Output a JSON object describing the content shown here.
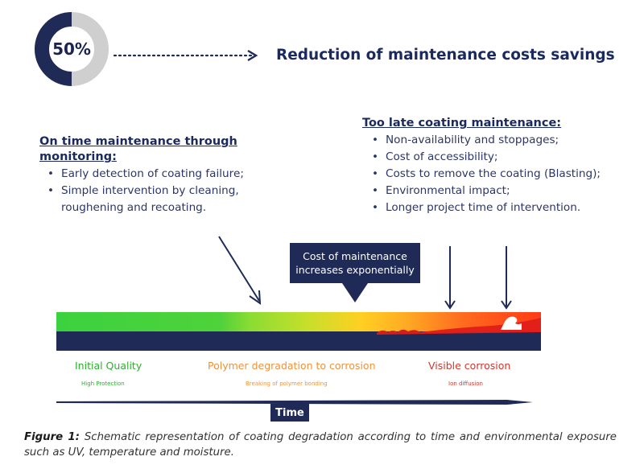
{
  "header": {
    "percent": "50%",
    "headline": "Reduction of maintenance costs savings"
  },
  "left": {
    "title": "On time maintenance through monitoring:",
    "items": [
      "Early detection of coating failure;",
      "Simple intervention by cleaning, roughening and recoating."
    ]
  },
  "right": {
    "title": "Too late coating maintenance:",
    "items": [
      "Non-availability and stoppages;",
      "Cost of accessibility;",
      "Costs to remove the coating (Blasting);",
      "Environmental impact;",
      "Longer project time of intervention."
    ]
  },
  "callout": {
    "line1": "Cost of maintenance",
    "line2": "increases exponentially"
  },
  "phases": [
    {
      "label": "Initial Quality",
      "sub": "High Protection",
      "color": "#2fae2f"
    },
    {
      "label": "Polymer degradation to corrosion",
      "sub": "Breaking of polymer bonding",
      "color": "#f0923a"
    },
    {
      "label": "Visible corrosion",
      "sub": "Ion diffusion",
      "color": "#d6342b"
    }
  ],
  "axis": {
    "label": "Time"
  },
  "caption": {
    "lead": "Figure 1:",
    "text": "Schematic representation of coating degradation according to time and environmental exposure such as UV, temperature and moisture."
  },
  "colors": {
    "navy": "#1f2a56",
    "donut_fill": "#1f2a56",
    "donut_rest": "#cfcfcf"
  },
  "donut": {
    "fraction": 0.5
  }
}
